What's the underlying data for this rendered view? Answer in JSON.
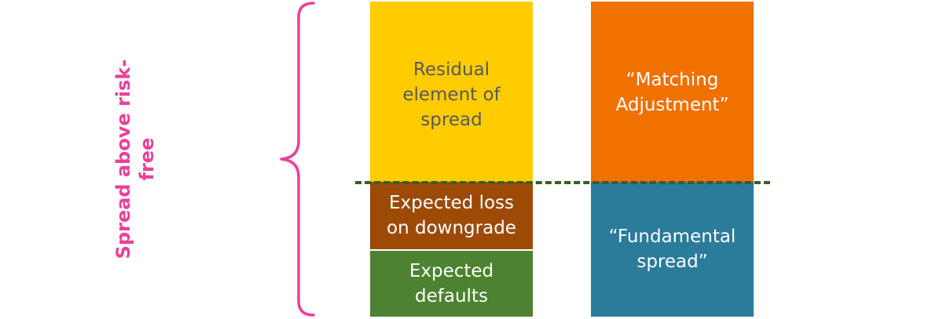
{
  "side_label": "Spread above risk-\nfree",
  "boxes": {
    "residual": "Residual\nelement of\nspread",
    "matching": "“Matching\nAdjustment”",
    "expected_loss": "Expected loss\non downgrade",
    "expected_defaults": "Expected\ndefaults",
    "fundamental": "“Fundamental\nspread”"
  },
  "colors": {
    "residual": "#ffcc00",
    "matching": "#f07000",
    "expected_loss": "#9c4a06",
    "expected_defaults": "#4c8230",
    "fundamental": "#2b7b9b",
    "divider": "#3a5e23",
    "brace": "#e8419a"
  }
}
